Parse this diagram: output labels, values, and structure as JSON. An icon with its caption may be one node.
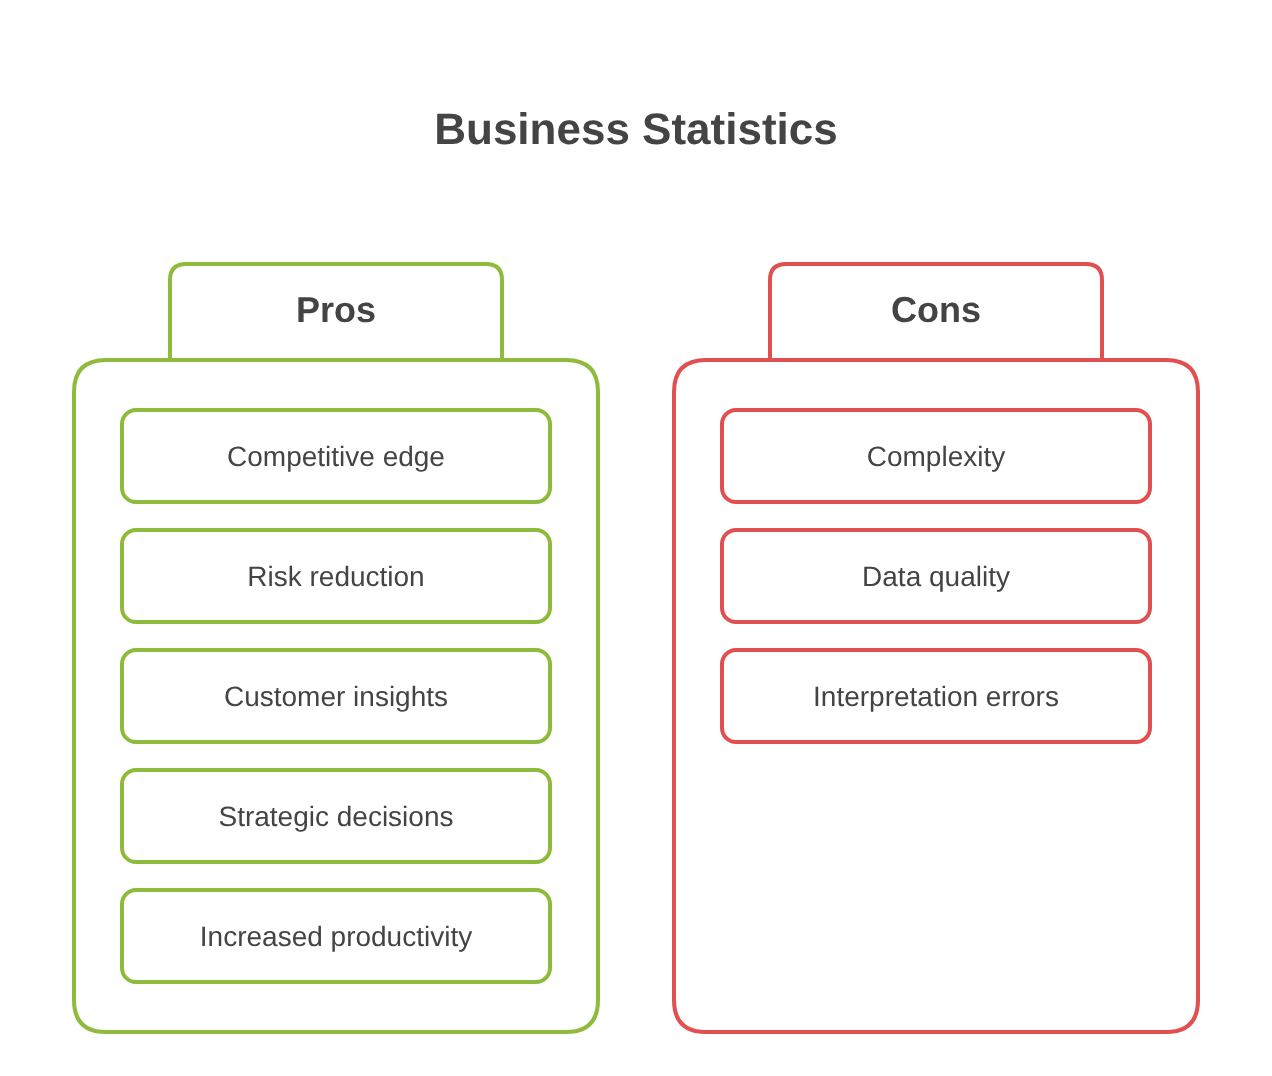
{
  "diagram": {
    "title": "Business Statistics",
    "nodes": [
      {
        "text": [
          "Pros"
        ]
      },
      {
        "text": [
          "Competitive edge"
        ],
        "in": 0
      },
      {
        "text": [
          "Risk reduction"
        ],
        "in": 0
      },
      {
        "text": [
          "Customer insights"
        ],
        "in": 0
      },
      {
        "text": [
          "Strategic decisions"
        ],
        "in": 0
      },
      {
        "text": [
          "Increased productivity"
        ],
        "in": 0
      },
      {
        "text": [
          "Cons"
        ]
      },
      {
        "text": [
          "Complexity"
        ],
        "in": 6
      },
      {
        "text": [
          "Data quality"
        ],
        "in": 6
      },
      {
        "text": [
          "Interpretation errors"
        ],
        "in": 6
      }
    ]
  }
}
